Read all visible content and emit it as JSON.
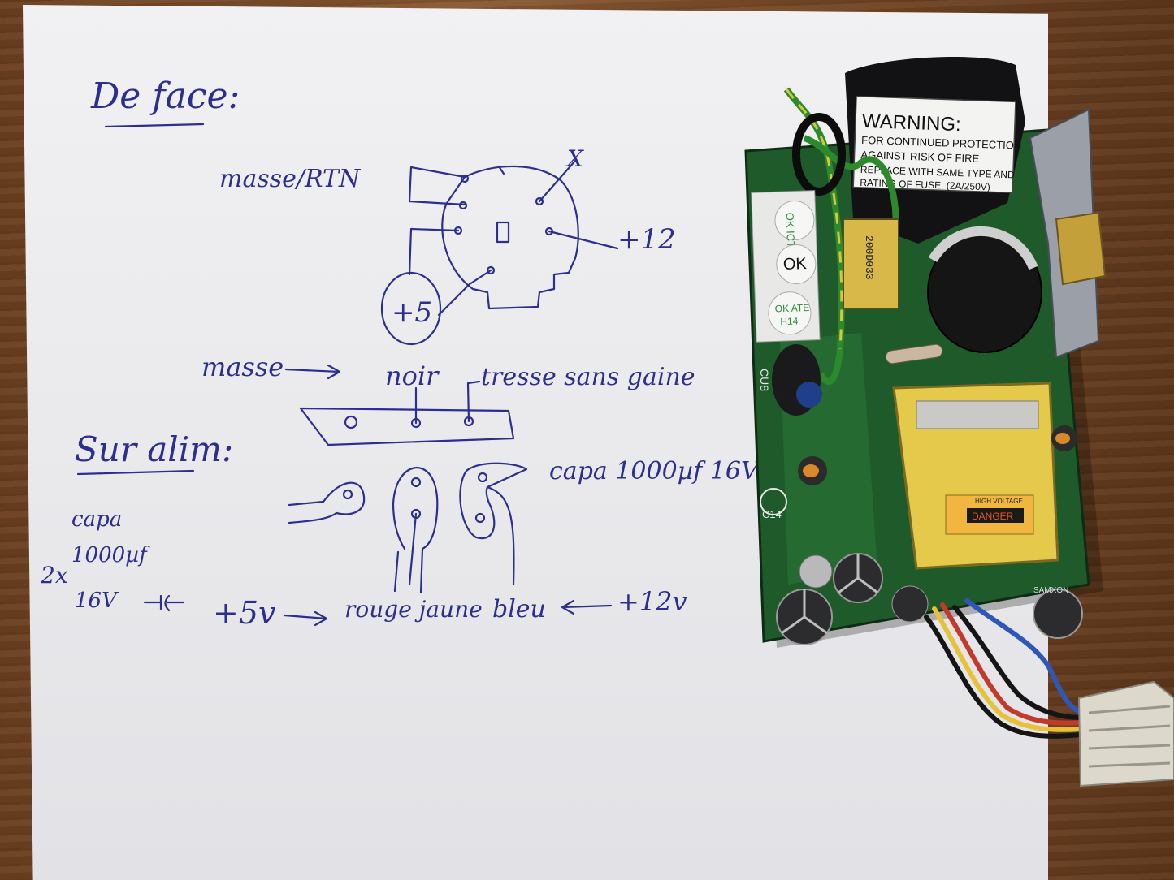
{
  "notes": {
    "heading_front": "De face:",
    "label_mass_rtn": "masse/RTN",
    "label_x": "X",
    "label_plus12": "+12",
    "label_plus5": "+5",
    "label_mass": "masse",
    "label_noir": "noir",
    "label_tresse": "tresse sans gaine",
    "heading_alim": "Sur alim:",
    "label_capa_right": "capa 1000µf 16V",
    "capa_left_line1": "capa",
    "capa_left_line2": "1000µf",
    "capa_left_line3": "16V",
    "capa_left_qty": "2x",
    "label_plus5v": "+5v",
    "label_rouge_jaune": "rouge jaune",
    "label_bleu": "bleu",
    "label_plus12v": "+12v"
  },
  "board": {
    "warning_title": "WARNING:",
    "warning_line1": "FOR CONTINUED PROTECTION",
    "warning_line2": "AGAINST RISK OF FIRE",
    "warning_line3": "REPLACE WITH SAME TYPE AND",
    "warning_line4": "RATING OF FUSE. (2A/250V)",
    "sticker_ok_ict": "OK ICT",
    "sticker_ok": "OK",
    "sticker_ok_ate": "OK ATE",
    "sticker_h14": "H14",
    "marking_200d033": "200D033",
    "marking_cu8": "CU8",
    "marking_c14": "C14",
    "label_danger": "DANGER",
    "label_high_voltage": "HIGH VOLTAGE",
    "cap_brand": "SAMXON"
  },
  "colors": {
    "ink": "#2c2f8f",
    "pcb": "#1f5a2a",
    "transformer": "#e4c94a",
    "wire_red": "#c23a2a",
    "wire_yellow": "#e6c23a",
    "wire_blue": "#2f57b8",
    "wire_black": "#151515"
  }
}
